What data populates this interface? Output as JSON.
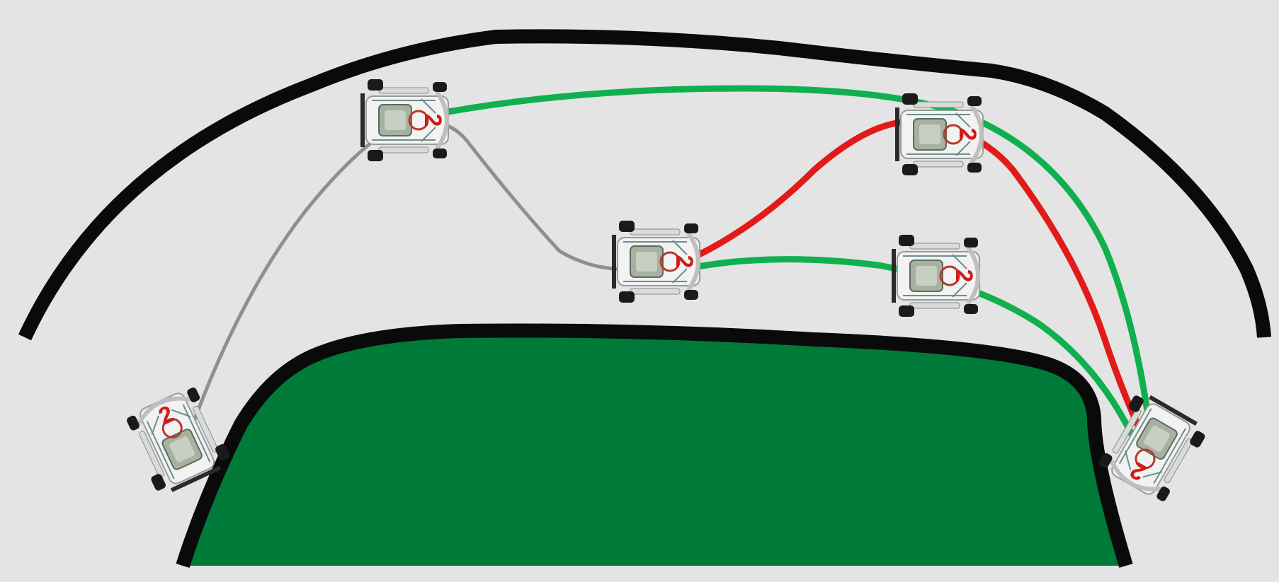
{
  "colors": {
    "background": "#e4e4e4",
    "track_border": "#0a0a0a",
    "infield": "#007a38",
    "line_grey": "#8f8f8f",
    "line_green": "#11b04e",
    "line_red": "#e31a1a",
    "kart_body": "#c9cfc9",
    "kart_tire": "#1a1a1a",
    "kart_number": "#d11a1a"
  },
  "karts": [
    {
      "id": "kart-a",
      "number": "2"
    },
    {
      "id": "kart-b",
      "number": "2"
    },
    {
      "id": "kart-c",
      "number": "2"
    },
    {
      "id": "kart-d",
      "number": "2"
    },
    {
      "id": "kart-e",
      "number": "2"
    },
    {
      "id": "kart-f",
      "number": "2"
    }
  ]
}
